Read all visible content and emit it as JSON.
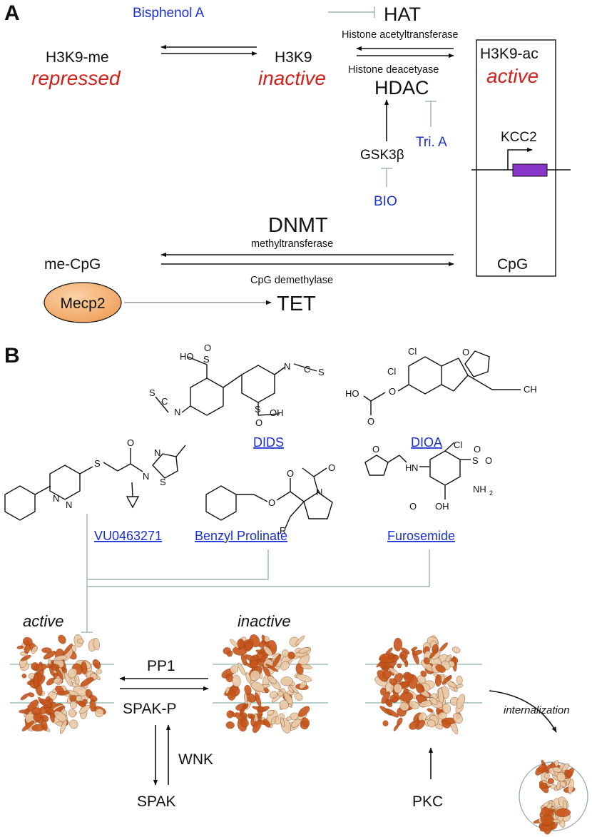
{
  "panel_a": {
    "label": "A",
    "hat": "HAT",
    "bisphenol": "Bisphenol A",
    "h3k9me": "H3K9-me",
    "repressed": "repressed",
    "h3k9": "H3K9",
    "inactive": "inactive",
    "histone_acetyltransferase": "Histone acetyltransferase",
    "histone_deacetylase": "Histone deacetyase",
    "h3k9ac": "H3K9-ac",
    "active": "active",
    "hdac": "HDAC",
    "tri_a": "Tri. A",
    "gsk3b": "GSK3β",
    "bio": "BIO",
    "kcc2": "KCC2",
    "dnmt": "DNMT",
    "methyltransferase": "methyltransferase",
    "me_cpg": "me-CpG",
    "cpg": "CpG",
    "cpg_demethylase": "CpG demethylase",
    "mecp2": "Mecp2",
    "tet": "TET"
  },
  "panel_b": {
    "label": "B",
    "compounds": {
      "dids": "DIDS",
      "dioa": "DIOA",
      "vu": "VU0463271",
      "benzyl": "Benzyl Prolinate",
      "furosemide": "Furosemide"
    },
    "atoms": {
      "ho": "HO",
      "s": "S",
      "o": "O",
      "n": "N",
      "c": "C",
      "oh": "OH",
      "cl": "Cl",
      "ch": "CH",
      "r": "R",
      "h": "H",
      "nh2": "NH",
      "sub2": "2"
    },
    "active": "active",
    "inactive": "inactive",
    "pp1": "PP1",
    "spak_p": "SPAK-P",
    "wnk": "WNK",
    "spak": "SPAK",
    "pkc": "PKC",
    "internalization": "internalization"
  },
  "colors": {
    "red": "#d0201a",
    "blue": "#1a2fd0",
    "inhibit_gray": "#9fb3ad",
    "kcc2_box": "#8a35c9",
    "mecp2_fill": "#f3b47a",
    "protein_dark": "#c8551a",
    "protein_light": "#e9c9a6"
  }
}
